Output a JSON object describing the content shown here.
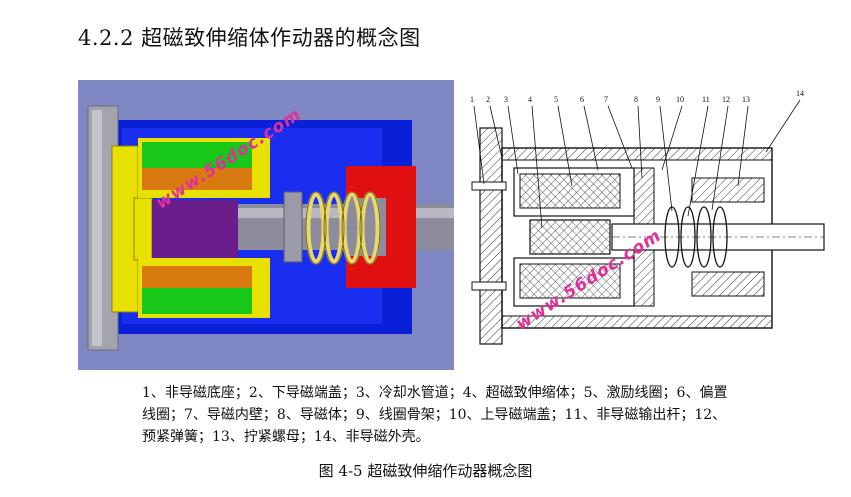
{
  "section": {
    "heading": "4.2.2 超磁致伸缩体作动器的概念图"
  },
  "figure": {
    "watermark_left": "www.56doc.com",
    "watermark_right": "www.56doc.com",
    "part_numbers": [
      "1",
      "2",
      "3",
      "4",
      "5",
      "6",
      "7",
      "8",
      "9",
      "10",
      "11",
      "12",
      "13",
      "14"
    ],
    "legend": [
      "1、非导磁底座；2、下导磁端盖；3、冷却水管道；4、超磁致伸缩体；5、激励线圈；6、偏置",
      "线圈；7、导磁内壁；8、导磁体；9、线圈骨架；10、上导磁端盖；11、非导磁输出杆；12、",
      "预紧弹簧；13、拧紧螺母；14、非导磁外壳。"
    ],
    "caption": "图 4-5 超磁致伸缩作动器概念图"
  },
  "colors": {
    "background_3d": "#8088c4",
    "housing_blue": "#0a1fd8",
    "base_gray": "#a0a0a8",
    "yellow_cap": "#e8e000",
    "coil_green": "#18c818",
    "coil_orange": "#d87a10",
    "rod_purple": "#6a1e8c",
    "nut_red": "#e01010",
    "watermark": "#e0309a"
  }
}
